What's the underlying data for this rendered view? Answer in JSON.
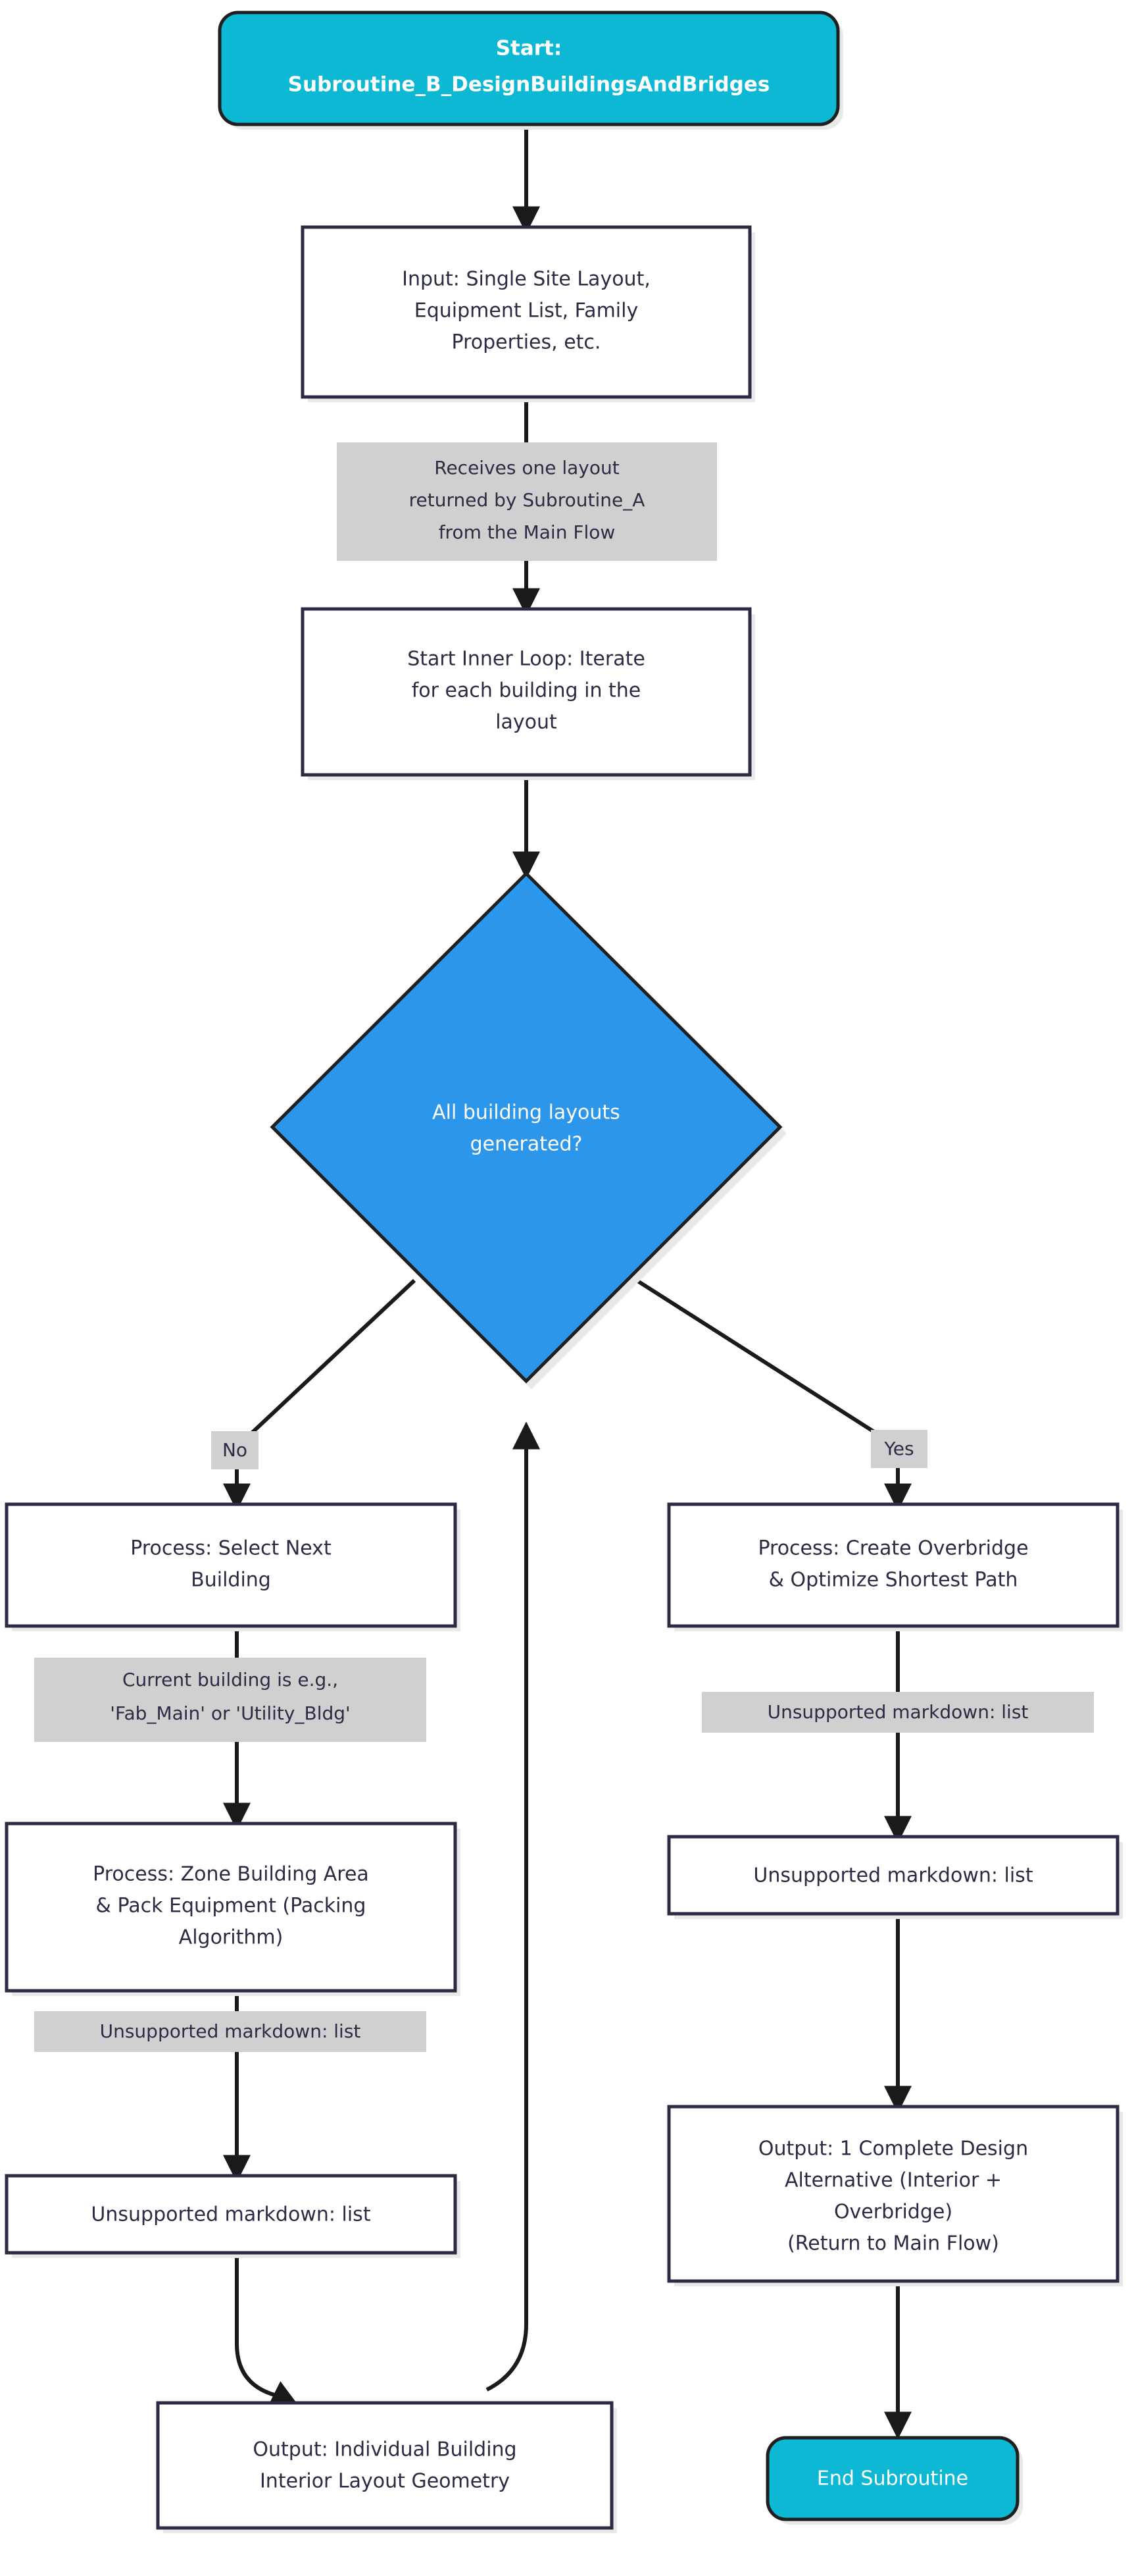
{
  "diagram": {
    "kind": "flowchart",
    "orientation": "top-to-bottom",
    "colors": {
      "terminator_fill": "#0cb8d4",
      "decision_fill": "#2c96ea",
      "process_fill": "#ffffff",
      "process_border": "#2b2b44",
      "edge_stroke": "#1a1a1a",
      "edge_label_bg": "#d0d0d0",
      "node_text_dark": "#2b2b44",
      "node_text_light": "#ffffff",
      "background": "#ffffff"
    },
    "nodes": {
      "start": {
        "shape": "stadium",
        "lines": [
          "Start:",
          "Subroutine_B_DesignBuildingsAndBridges"
        ]
      },
      "input": {
        "shape": "rect",
        "lines": [
          "Input: Single Site Layout,",
          "Equipment List, Family",
          "Properties, etc."
        ]
      },
      "inner_loop": {
        "shape": "rect",
        "lines": [
          "Start Inner Loop: Iterate",
          "for each building in the",
          "layout"
        ]
      },
      "decision": {
        "shape": "diamond",
        "lines": [
          "All building layouts",
          "generated?"
        ]
      },
      "select_next_building": {
        "shape": "rect",
        "lines": [
          "Process: Select Next",
          "Building"
        ]
      },
      "zone_pack": {
        "shape": "rect",
        "lines": [
          "Process: Zone Building Area",
          "& Pack Equipment (Packing",
          "Algorithm)"
        ]
      },
      "left_unsupported": {
        "shape": "rect",
        "lines": [
          "Unsupported markdown: list"
        ]
      },
      "output_individual": {
        "shape": "rect",
        "lines": [
          "Output: Individual Building",
          "Interior Layout Geometry"
        ]
      },
      "create_overbridge": {
        "shape": "rect",
        "lines": [
          "Process: Create Overbridge",
          "& Optimize Shortest Path"
        ]
      },
      "right_unsupported": {
        "shape": "rect",
        "lines": [
          "Unsupported markdown: list"
        ]
      },
      "output_complete": {
        "shape": "rect",
        "lines": [
          "Output: 1 Complete Design",
          "Alternative (Interior +",
          "Overbridge)",
          "(Return to Main Flow)"
        ]
      },
      "end": {
        "shape": "stadium",
        "lines": [
          "End Subroutine"
        ]
      }
    },
    "edge_labels": {
      "receives_layout": [
        "Receives one layout",
        "returned by Subroutine_A",
        "from the Main Flow"
      ],
      "no": [
        "No"
      ],
      "yes": [
        "Yes"
      ],
      "current_building": [
        "Current building is e.g.,",
        "'Fab_Main' or 'Utility_Bldg'"
      ],
      "left_unsupported_label": [
        "Unsupported markdown: list"
      ],
      "right_unsupported_label": [
        "Unsupported markdown: list"
      ]
    }
  }
}
